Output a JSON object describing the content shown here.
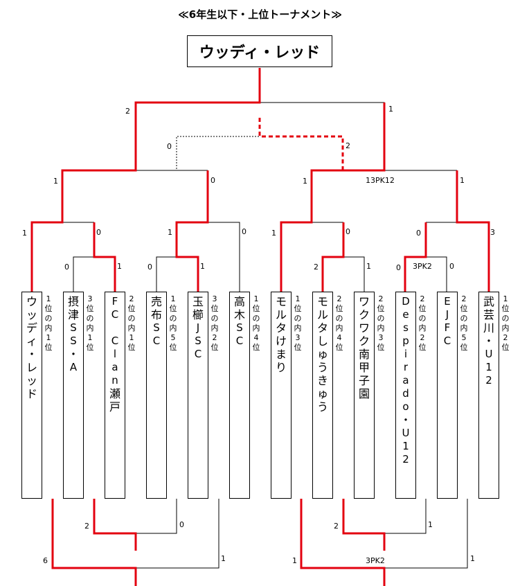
{
  "title": "≪6年生以下・上位トーナメント≫",
  "champion": "ウッディ・レッド",
  "colors": {
    "winner_line": "#e3000f",
    "line": "#000000"
  },
  "teams": [
    {
      "name": "ウッディ・レッド",
      "rank": "1位の内1位"
    },
    {
      "name": "摂津SS・A",
      "rank": "3位の内1位"
    },
    {
      "name": "FC Clan瀬戸",
      "rank": "2位の内1位"
    },
    {
      "name": "売布SC",
      "rank": "1位の内5位"
    },
    {
      "name": "玉櫛JSC",
      "rank": "3位の内2位"
    },
    {
      "name": "高木SC",
      "rank": "1位の内4位"
    },
    {
      "name": "モルタけまり",
      "rank": "1位の内3位"
    },
    {
      "name": "モルタしゅうきゅう",
      "rank": "2位の内4位"
    },
    {
      "name": "ワクワク南甲子園",
      "rank": "2位の内3位"
    },
    {
      "name": "Despirado・U12",
      "rank": "2位の内2位"
    },
    {
      "name": "EJFC",
      "rank": "2位の内5位"
    },
    {
      "name": "武芸川・U12",
      "rank": "1位の内2位"
    }
  ],
  "scores": {
    "final_left": "2",
    "final_right": "1",
    "third_left": "0",
    "third_right": "2",
    "sf_left_top": "1",
    "sf_left_bottom": "0",
    "sf_right_top": "1",
    "sf_right_bottom": "1",
    "sf_right_pk": "13PK12",
    "qf1_left": "1",
    "qf1_right": "0",
    "qf2_left": "1",
    "qf2_right": "0",
    "qf3_left": "1",
    "qf3_right": "0",
    "qf4_left": "0",
    "qf4_right": "3",
    "r1_a_left": "0",
    "r1_a_right": "1",
    "r1_b_left": "0",
    "r1_b_right": "1",
    "r1_c_left": "2",
    "r1_c_right": "1",
    "r1_d_left": "0",
    "r1_d_right": "0",
    "r1_d_pk": "3PK2",
    "low_left_inner_left": "2",
    "low_left_inner_right": "0",
    "low_left_outer_left": "6",
    "low_left_outer_right": "1",
    "low_right_inner_left": "2",
    "low_right_inner_right": "1",
    "low_right_outer_left": "1",
    "low_right_outer_right": "1",
    "low_right_outer_pk": "3PK2"
  }
}
